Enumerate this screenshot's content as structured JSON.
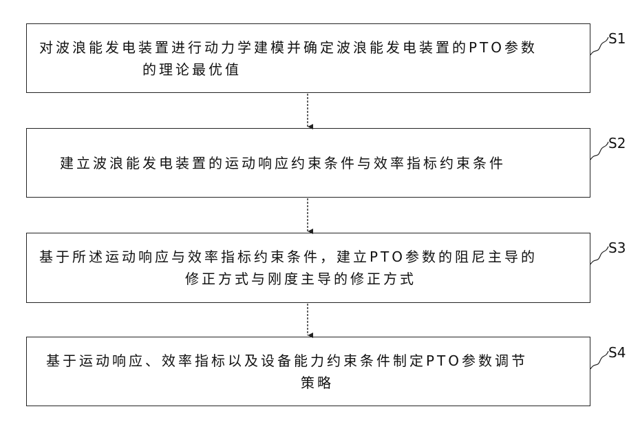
{
  "steps": [
    {
      "label": "S1",
      "line1": "对波浪能发电装置进行动力学建模并确定波浪能发电装置的PTO参数",
      "line2": "的理论最优值"
    },
    {
      "label": "S2",
      "line1": "建立波浪能发电装置的运动响应约束条件与效率指标约束条件"
    },
    {
      "label": "S3",
      "line1": "基于所述运动响应与效率指标约束条件，建立PTO参数的阻尼主导的",
      "line2": "修正方式与刚度主导的修正方式"
    },
    {
      "label": "S4",
      "line1": "基于运动响应、效率指标以及设备能力约束条件制定PTO参数调节",
      "line2": "策略"
    }
  ]
}
